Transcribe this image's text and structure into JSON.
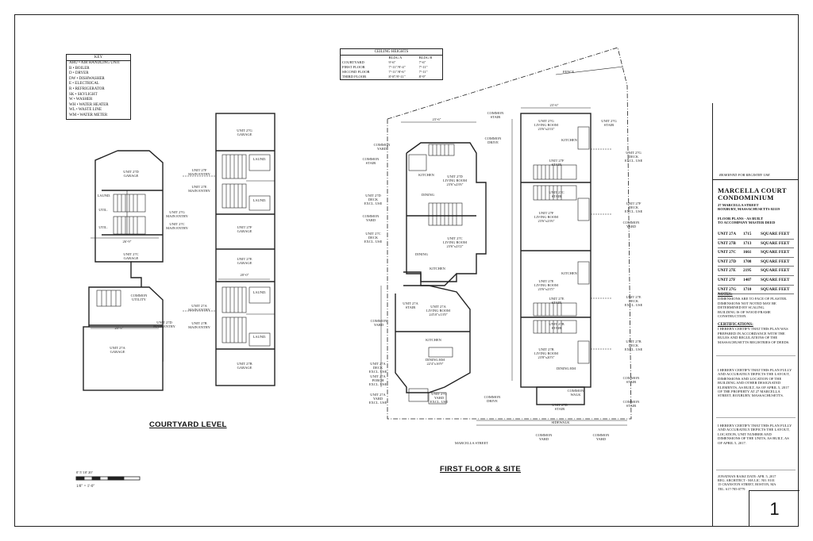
{
  "key": {
    "title": "KEY",
    "items": [
      "AHU • AIR HANDLING UNIT",
      "B • BOILER",
      "D • DRYER",
      "DW • DISHWASHER",
      "E • ELECTRICAL",
      "R • REFRIGERATOR",
      "SK • SKYLIGHT",
      "W • WASHER",
      "WH • WATER HEATER",
      "WL • WASTE LINE",
      "WM • WATER METER"
    ]
  },
  "ceiling": {
    "title": "CEILING HEIGHTS",
    "header": [
      "",
      "BLDG A",
      "BLDG B"
    ],
    "rows": [
      [
        "COURTYARD",
        "9'-6\"",
        "7'-6\""
      ],
      [
        "FIRST FLOOR",
        "7'-11\"/9'-4\"",
        "7'-11\""
      ],
      [
        "SECOND FLOOR",
        "7'-11\"/8'-6\"",
        "7'-11\""
      ],
      [
        "THIRD FLOOR",
        "8'-8\"/9'-11\"",
        "8'-9\""
      ]
    ]
  },
  "titles": {
    "courtyard": "COURTYARD LEVEL",
    "first_floor": "FIRST FLOOR & SITE"
  },
  "scale": {
    "ticks": "0'     5'     10'          20'",
    "label": "1/8\" = 1'-0\""
  },
  "labels": {
    "unit27d_garage": "UNIT 27D\nGARAGE",
    "unit27c_garage_l": "UNIT 27C\nGARAGE",
    "unit27a_garage_l": "UNIT 27A\nGARAGE",
    "unit27g_garage_r": "UNIT 27G\nGARAGE",
    "unit27f_garage": "UNIT 27F\nGARAGE",
    "unit27e_garage": "UNIT 27E\nGARAGE",
    "unit27b_garage_r": "UNIT 27B\nGARAGE",
    "laund": "LAUND.",
    "util": "UTIL.",
    "common_utility": "COMMON\nUTILITY",
    "main_entry_27g": "UNIT 27G\nMAIN ENTRY",
    "main_entry_27c": "UNIT 27C\nMAIN ENTRY",
    "main_entry_27d": "UNIT 27D\nMAIN ENTRY",
    "main_entry_27f": "UNIT 27F\nMAIN ENTRY",
    "main_entry_27e": "UNIT 27E\nMAIN ENTRY",
    "main_entry_27a": "UNIT 27A\nMAIN ENTRY",
    "main_entry_27b": "UNIT 27B\nMAIN ENTRY",
    "dim_26": "26'-9\"",
    "dim_23": "23'-5\"",
    "dim_20": "20'-0\"",
    "living_27d": "UNIT 27D\nLIVING ROOM\n23'6\"x23'6\"",
    "living_27c": "UNIT 27C\nLIVING ROOM\n23'6\"x23'2\"",
    "living_27g": "UNIT 27G\nLIVING ROOM\n23'6\"x23'4\"",
    "living_27f": "UNIT 27F\nLIVING ROOM\n23'6\"x23'6\"",
    "living_27e": "UNIT 27E\nLIVING ROOM\n23'6\"x23'5\"",
    "living_27b": "UNIT 27B\nLIVING ROOM\n23'8\"x20'3\"",
    "living_27a": "UNIT 27A\nLIVING ROOM\n24'10\"x13'0\"",
    "dining_27a": "DINING RM\n22'4\"x16'9\"",
    "kitchen": "KITCHEN",
    "dining": "DINING",
    "dining_rm": "DINING RM",
    "common_stair": "COMMON\nSTAIR",
    "common_drive": "COMMON\nDRIVE",
    "common_yard": "COMMON\nYARD",
    "common_walk": "COMMON\nWALK",
    "sidewalk": "SIDEWALK",
    "street": "MARCELLA STREET",
    "fence": "FENCE",
    "dim_23_6": "23'-6\"",
    "deck_27d": "UNIT 27D\nDECK\nEXCL. USE",
    "deck_27c": "UNIT 27C\nDECK\nEXCL. USE",
    "deck_27g": "UNIT 27G\nDECK\nEXCL. USE",
    "deck_27f": "UNIT 27F\nDECK\nEXCL. USE",
    "deck_27e": "UNIT 27E\nDECK\nEXCL. USE",
    "deck_27b": "UNIT 27B\nDECK\nEXCL. USE",
    "deck_27a": "UNIT 27A\nDECK\nEXCL. USE",
    "stair_27a": "UNIT 27A\nSTAIR",
    "porch_27a": "UNIT 27A\nPORCH\nEXCL. USE",
    "yard_27a": "UNIT 27A\nYARD\nEXCL. USE",
    "yard_excl_g": "UNIT 27G\nYARD\nEXCL. USE",
    "stair_27g": "UNIT 27G\nSTAIR",
    "stair_27f": "UNIT 27F\nSTAIR",
    "stair_27e": "UNIT 27E\nSTAIR",
    "stair_27b": "UNIT 27B\nSTAIR",
    "stair_27d": "UNIT 27D\nSTAIR",
    "stair_27c": "UNIT 27C\nSTAIR"
  },
  "titleblock": {
    "reserved": "RESERVED FOR REGISTRY USE",
    "name": "MARCELLA COURT\nCONDOMINIUM",
    "address": "27 MARCELLA STREET\nROXBURY, MASSACHUSETTS 02119",
    "floorplans": "FLOOR PLANS - AS BUILT\nTO ACCOMPANY MASTER DEED",
    "units": [
      [
        "UNIT 27A",
        "1715",
        "SQUARE FEET"
      ],
      [
        "UNIT 27B",
        "1713",
        "SQUARE FEET"
      ],
      [
        "UNIT 27C",
        "1661",
        "SQUARE FEET"
      ],
      [
        "UNIT 27D",
        "1708",
        "SQUARE FEET"
      ],
      [
        "UNIT 27E",
        "2195",
        "SQUARE FEET"
      ],
      [
        "UNIT 27F",
        "1407",
        "SQUARE FEET"
      ],
      [
        "UNIT 27G",
        "1710",
        "SQUARE FEET"
      ]
    ],
    "notes_title": "NOTES:",
    "notes": "DIMENSIONS ARE TO FACE OF PLASTER.\nDIMENSIONS NOT NOTED MAY BE DETERMINED BY SCALING.\nBUILDING IS OF WOOD FRAME CONSTRUCTION.",
    "cert_title": "CERTIFICATIONS:",
    "cert1": "I HEREBY CERTIFY THAT THIS PLAN WAS PREPARED IN ACCORDANCE WITH THE RULES AND REGULATIONS OF THE MASSACHUSETTS REGISTRIES OF DEEDS.",
    "cert2": "I HEREBY CERTIFY THAT THIS PLAN FULLY AND ACCURATELY DEPICTS THE LAYOUT, DIMENSIONS AND LOCATION OF THE BUILDING AND OTHER DESIGNATED ELEMENTS, AS BUILT, AS OF APRIL 5, 2017 OF THE PROPERTY AT 27 MARCELLA STREET, ROXBURY, MASSACHUSETTS.",
    "cert3": "I HEREBY CERTIFY THAT THIS PLAN FULLY AND ACCURATELY DEPICTS THE LAYOUT, LOCATION, UNIT NUMBER AND DIMENSIONS OF THE UNITS, AS BUILT, AS OF APRIL 5, 2017.",
    "architect": "JONATHAN RAISZ      DATE: APR. 5, 2017\nREG. ARCHITECT - MA LIC. NO. 8101\n15 CRANSTON STREET, BOSTON, MA\nTEL. 617-785-0779",
    "sheet": "1"
  }
}
